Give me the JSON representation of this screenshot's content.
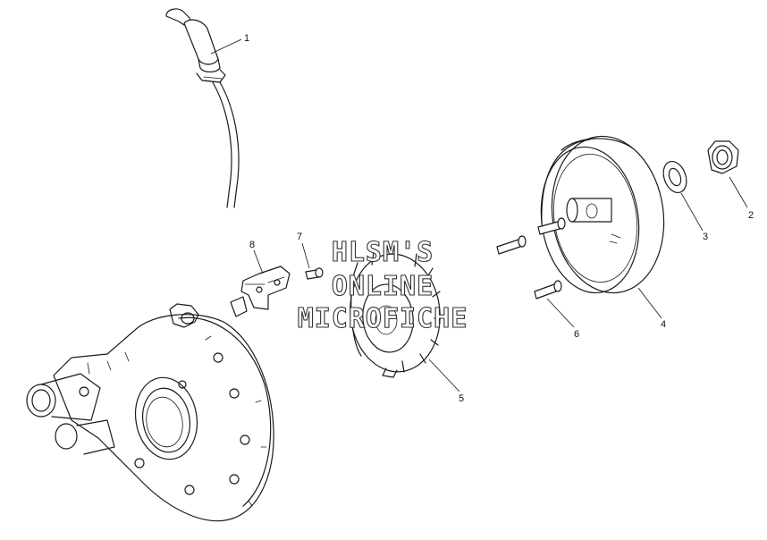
{
  "callouts": {
    "c1": "1",
    "c2": "2",
    "c3": "3",
    "c4": "4",
    "c5": "5",
    "c6": "6",
    "c7": "7",
    "c8": "8"
  },
  "watermark": {
    "line1": "HLSM'S",
    "line2": "ONLINE",
    "line3": "MICROFICHE"
  }
}
